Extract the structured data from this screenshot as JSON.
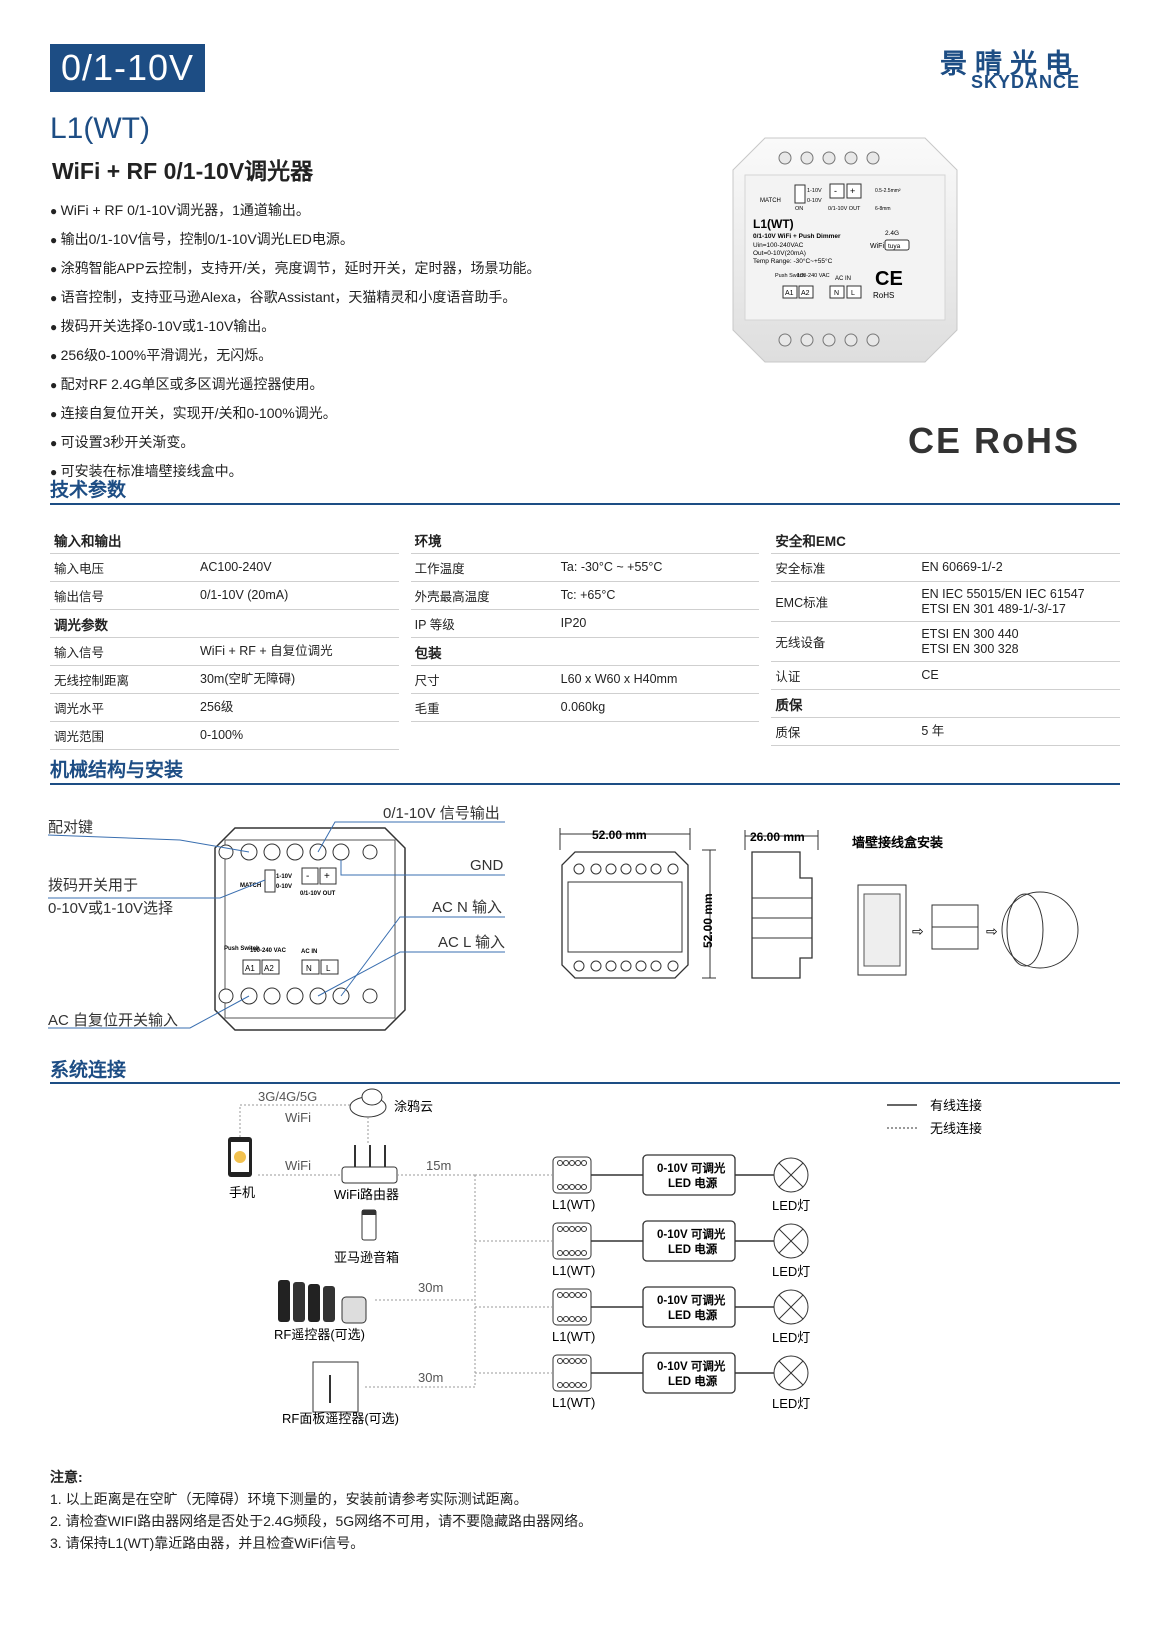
{
  "header": {
    "category": "0/1-10V",
    "brand_cn": "景晴光电",
    "brand_en": "SKYDANCE"
  },
  "product": {
    "model": "L1(WT)",
    "title": "WiFi + RF 0/1-10V调光器",
    "features": [
      "WiFi + RF 0/1-10V调光器，1通道输出。",
      "输出0/1-10V信号，控制0/1-10V调光LED电源。",
      "涂鸦智能APP云控制，支持开/关，亮度调节，延时开关，定时器，场景功能。",
      "语音控制，支持亚马逊Alexa，谷歌Assistant，天猫精灵和小度语音助手。",
      "拨码开关选择0-10V或1-10V输出。",
      "256级0-100%平滑调光，无闪烁。",
      "配对RF 2.4G单区或多区调光遥控器使用。",
      "连接自复位开关，实现开/关和0-100%调光。",
      "可设置3秒开关渐变。",
      "可安装在标准墙壁接线盒中。"
    ],
    "certs": "CE RoHS"
  },
  "device_label": {
    "model": "L1(WT)",
    "desc": "0/1-10V WiFi + Push Dimmer",
    "uin": "Uin=100-240VAC",
    "out": "Out=0-10V(20mA)",
    "temp": "Temp Range: -30°C~+55°C",
    "match": "MATCH",
    "sw1": "1-10V",
    "sw2": "0-10V",
    "on": "ON",
    "out_label": "0/1-10V OUT",
    "push": "Push Switch",
    "vac": "100-240 VAC",
    "acin": "AC IN",
    "a1": "A1",
    "a2": "A2",
    "n": "N",
    "l": "L",
    "wifi": "WiFi",
    "ghz": "2.4G",
    "tuya": "tuya",
    "ce": "CE",
    "rohs": "RoHS",
    "wire": "0.5-2.5mm²",
    "strip": "6-8mm"
  },
  "specs": {
    "title": "技术参数",
    "columns": [
      {
        "rows": [
          {
            "k": "输入和输出",
            "v": "",
            "h": true
          },
          {
            "k": "输入电压",
            "v": "AC100-240V"
          },
          {
            "k": "输出信号",
            "v": "0/1-10V (20mA)"
          },
          {
            "k": "调光参数",
            "v": "",
            "h": true
          },
          {
            "k": "输入信号",
            "v": "WiFi + RF + 自复位调光"
          },
          {
            "k": "无线控制距离",
            "v": "30m(空旷无障碍)"
          },
          {
            "k": "调光水平",
            "v": "256级"
          },
          {
            "k": "调光范围",
            "v": "0-100%"
          }
        ]
      },
      {
        "rows": [
          {
            "k": "环境",
            "v": "",
            "h": true
          },
          {
            "k": "工作温度",
            "v": "Ta: -30°C ~ +55°C"
          },
          {
            "k": "外壳最高温度",
            "v": "Tc: +65°C"
          },
          {
            "k": "IP 等级",
            "v": "IP20"
          },
          {
            "k": "包装",
            "v": "",
            "h": true
          },
          {
            "k": "尺寸",
            "v": "L60 x W60 x H40mm"
          },
          {
            "k": "毛重",
            "v": "0.060kg"
          }
        ]
      },
      {
        "rows": [
          {
            "k": "安全和EMC",
            "v": "",
            "h": true
          },
          {
            "k": "安全标准",
            "v": "EN 60669-1/-2"
          },
          {
            "k": "EMC标准",
            "v": "EN IEC 55015/EN IEC 61547\nETSI EN 301 489-1/-3/-17"
          },
          {
            "k": "无线设备",
            "v": "ETSI EN 300 440\nETSI EN 300 328"
          },
          {
            "k": "认证",
            "v": "CE"
          },
          {
            "k": "质保",
            "v": "",
            "h": true
          },
          {
            "k": "质保",
            "v": "5 年"
          }
        ]
      }
    ]
  },
  "mech": {
    "title": "机械结构与安装",
    "labels": {
      "pair": "配对键",
      "dip": "拨码开关用于",
      "dip2": "0-10V或1-10V选择",
      "acpush": "AC 自复位开关输入",
      "out": "0/1-10V 信号输出",
      "gnd": "GND",
      "acn": "AC N 输入",
      "acl": "AC L 输入",
      "dim_w": "52.00 mm",
      "dim_h": "52.00 mm",
      "dim_d": "26.00 mm",
      "wallbox": "墙壁接线盒安装"
    }
  },
  "system": {
    "title": "系统连接",
    "legend_wired": "有线连接",
    "legend_wireless": "无线连接",
    "net": "3G/4G/5G",
    "wifi1": "WiFi",
    "cloud": "涂鸦云",
    "wifi2": "WiFi",
    "d15": "15m",
    "phone": "手机",
    "router": "WiFi路由器",
    "speaker": "亚马逊音箱",
    "remote": "RF遥控器(可选)",
    "panel": "RF面板遥控器(可选)",
    "d30a": "30m",
    "d30b": "30m",
    "unit": "L1(WT)",
    "driver1": "0-10V 可调光",
    "driver2": "LED 电源",
    "led": "LED灯"
  },
  "notes": {
    "title": "注意:",
    "items": [
      "1. 以上距离是在空旷（无障碍）环境下测量的，安装前请参考实际测试距离。",
      "2. 请检查WIFI路由器网络是否处于2.4G频段，5G网络不可用，请不要隐藏路由器网络。",
      "3. 请保持L1(WT)靠近路由器，并且检查WiFi信号。"
    ]
  }
}
